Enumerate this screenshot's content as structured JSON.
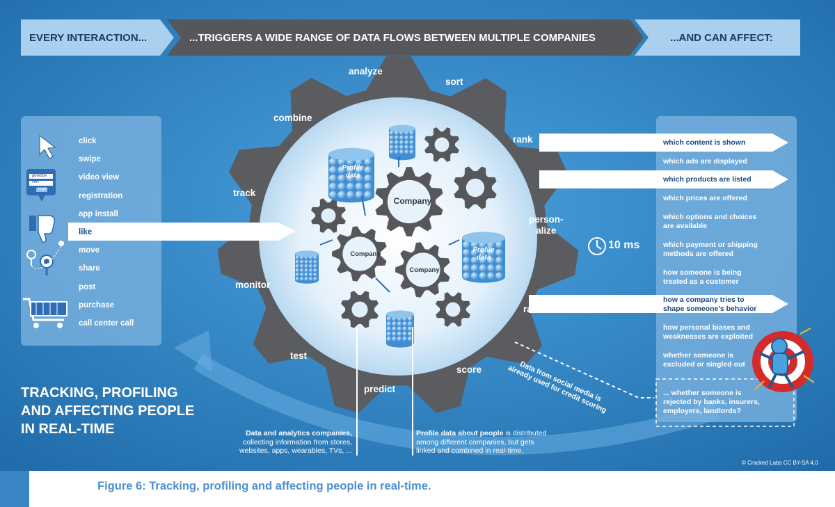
{
  "banner": {
    "left": "EVERY INTERACTION...",
    "middle": "...TRIGGERS A WIDE RANGE OF DATA FLOWS BETWEEN MULTIPLE COMPANIES",
    "right": "...AND CAN AFFECT:"
  },
  "interactions": [
    "click",
    "swipe",
    "video view",
    "registration",
    "app install",
    "like",
    "move",
    "share",
    "post",
    "purchase",
    "call center call"
  ],
  "login_mock": {
    "username": "janedoe",
    "password": "••••",
    "button": "login"
  },
  "verbs": {
    "analyze": "analyze",
    "sort": "sort",
    "combine": "combine",
    "rank": "rank",
    "track": "track",
    "personalize": "person-\nalize",
    "monitor": "monitor",
    "rate": "rate",
    "test": "test",
    "score": "score",
    "predict": "predict"
  },
  "center": {
    "company": "Company",
    "profile_data": "Profile\ndata"
  },
  "timing": "10 ms",
  "effects": [
    "which content is shown",
    "which ads are displayed",
    "which products are listed",
    "which prices are offered",
    "which options and choices\nare available",
    "which payment or shipping\nmethods are offered",
    "how someone is being\ntreated as a customer",
    "how a company tries to\nshape someone's behavior",
    "how personal biases and\nweaknesses are exploited",
    "whether someone is\nexcluded or singled out",
    "... whether someone is\nrejected by banks, insurers,\nemployers, landlords?"
  ],
  "social_media_note": "Data from social media is\nalready used for credit scoring",
  "headline": "TRACKING, PROFILING\nAND AFFECTING PEOPLE\nIN REAL-TIME",
  "note_companies": {
    "bold": "Data and analytics companies,",
    "rest": "collecting information from stores,\nwebsites, apps, wearables, TVs, ..."
  },
  "note_profiles": {
    "bold": "Profile data about people",
    "rest": " is distributed\namong different companies, but gets\nlinked and combined in real-time."
  },
  "credit": "© Cracked Labs CC BY-SA 4.0",
  "caption": "Figure 6: Tracking, profiling and affecting people in real-time.",
  "colors": {
    "background": "#2f7fc3",
    "gear": "#5a5c60",
    "panel": "#7fb4e0",
    "caption": "#4d8fd0"
  }
}
